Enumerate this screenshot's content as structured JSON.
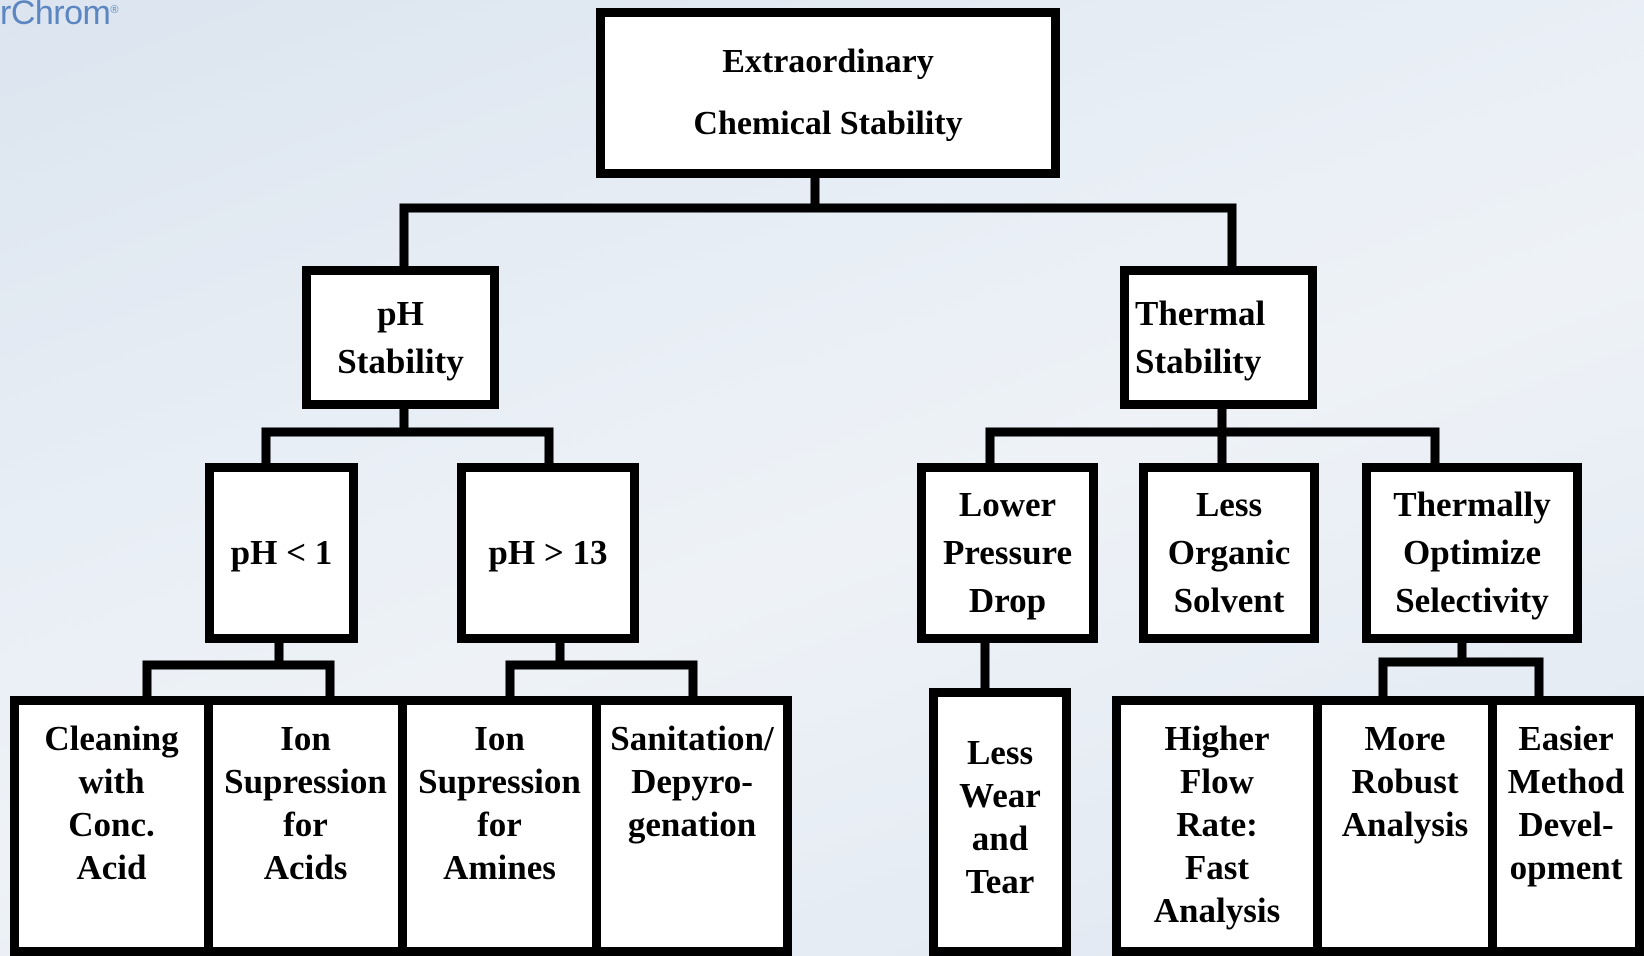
{
  "logo": {
    "text": "rChrom",
    "mark": "®"
  },
  "root": {
    "lines": [
      "Extraordinary",
      "Chemical Stability"
    ]
  },
  "branches": {
    "ph": {
      "lines": [
        "pH",
        "Stability"
      ],
      "children": [
        {
          "lines": [
            "pH < 1"
          ],
          "leaves": [
            {
              "lines": [
                "Cleaning",
                "with",
                "Conc.",
                "Acid"
              ]
            },
            {
              "lines": [
                "Ion",
                "Supression",
                "for",
                "Acids"
              ]
            }
          ]
        },
        {
          "lines": [
            "pH > 13"
          ],
          "leaves": [
            {
              "lines": [
                "Ion",
                "Supression",
                "for",
                "Amines"
              ]
            },
            {
              "lines": [
                "Sanitation/",
                "Depyro-",
                "genation"
              ]
            }
          ]
        }
      ]
    },
    "thermal": {
      "lines": [
        "Thermal",
        "Stability"
      ],
      "children": [
        {
          "lines": [
            "Lower",
            "Pressure",
            "Drop"
          ],
          "leaves": [
            {
              "lines": [
                "Less",
                "Wear",
                "and",
                "Tear"
              ]
            }
          ]
        },
        {
          "lines": [
            "Less",
            "Organic",
            "Solvent"
          ],
          "leaves": []
        },
        {
          "lines": [
            "Thermally",
            "Optimize",
            "Selectivity"
          ],
          "leaves": [
            {
              "lines": [
                "More",
                "Robust",
                "Analysis"
              ]
            },
            {
              "lines": [
                "Easier",
                "Method",
                "Devel-",
                "opment"
              ]
            }
          ]
        }
      ]
    },
    "extra_leaf": {
      "lines": [
        "Higher",
        "Flow",
        "Rate:",
        "Fast",
        "Analysis"
      ]
    }
  }
}
